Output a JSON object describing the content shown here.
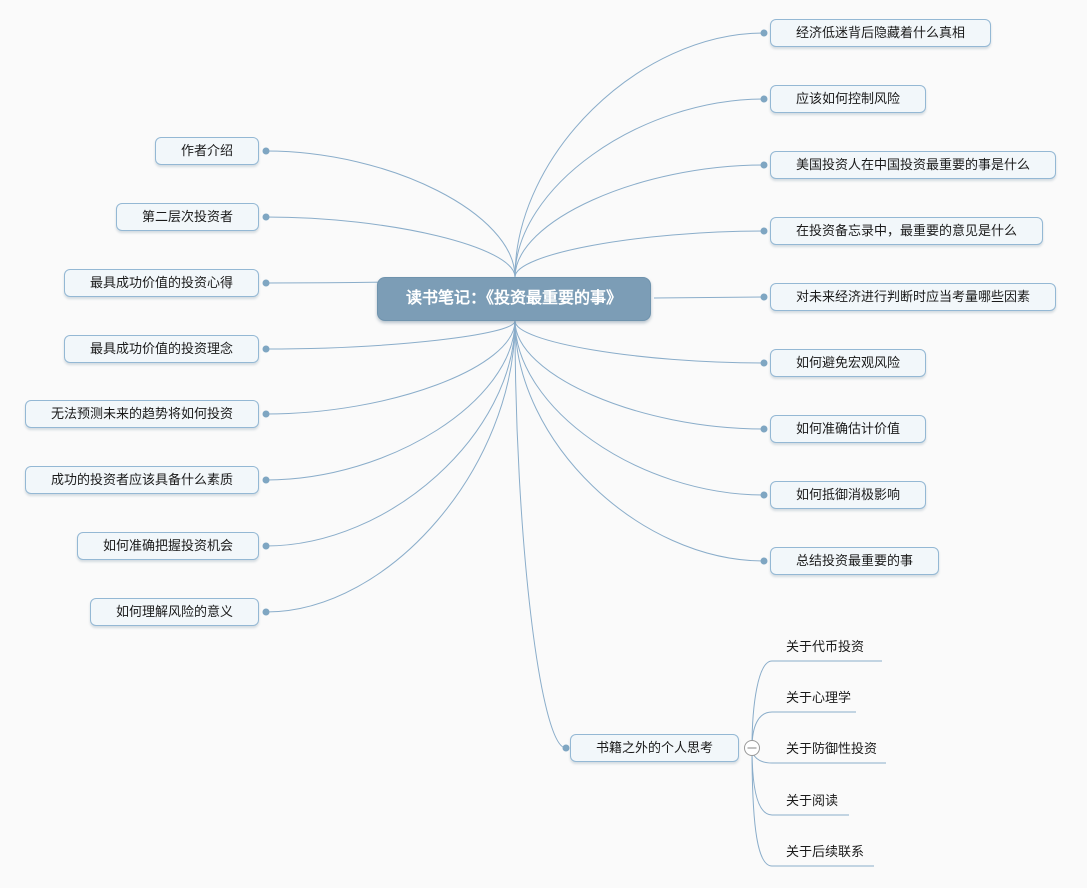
{
  "colors": {
    "canvas_bg": "#fafafa",
    "line_color": "#8aadca",
    "dot_color": "#7fa6c2",
    "node_border": "#94b8d4",
    "node_fill": "#f2f7fa",
    "node_text": "#1a1a1a",
    "root_fill": "#7c9db6",
    "root_border": "#6f93ad",
    "root_text": "#ffffff",
    "toggle_border": "#999999"
  },
  "root": {
    "label": "读书笔记：《投资最重要的事》"
  },
  "left_branches": [
    {
      "label": "作者介绍"
    },
    {
      "label": "第二层次投资者"
    },
    {
      "label": "最具成功价值的投资心得"
    },
    {
      "label": "最具成功价值的投资理念"
    },
    {
      "label": "无法预测未来的趋势将如何投资"
    },
    {
      "label": "成功的投资者应该具备什么素质"
    },
    {
      "label": "如何准确把握投资机会"
    },
    {
      "label": "如何理解风险的意义"
    }
  ],
  "right_branches": [
    {
      "label": "经济低迷背后隐藏着什么真相"
    },
    {
      "label": "应该如何控制风险"
    },
    {
      "label": "美国投资人在中国投资最重要的事是什么"
    },
    {
      "label": "在投资备忘录中，最重要的意见是什么"
    },
    {
      "label": "对未来经济进行判断时应当考量哪些因素"
    },
    {
      "label": "如何避免宏观风险"
    },
    {
      "label": "如何准确估计价值"
    },
    {
      "label": "如何抵御消极影响"
    },
    {
      "label": "总结投资最重要的事"
    }
  ],
  "bottom_branch": {
    "label": "书籍之外的个人思考",
    "toggle_state": "expanded",
    "children": [
      {
        "label": "关于代币投资"
      },
      {
        "label": "关于心理学"
      },
      {
        "label": "关于防御性投资"
      },
      {
        "label": "关于阅读"
      },
      {
        "label": "关于后续联系"
      }
    ]
  }
}
